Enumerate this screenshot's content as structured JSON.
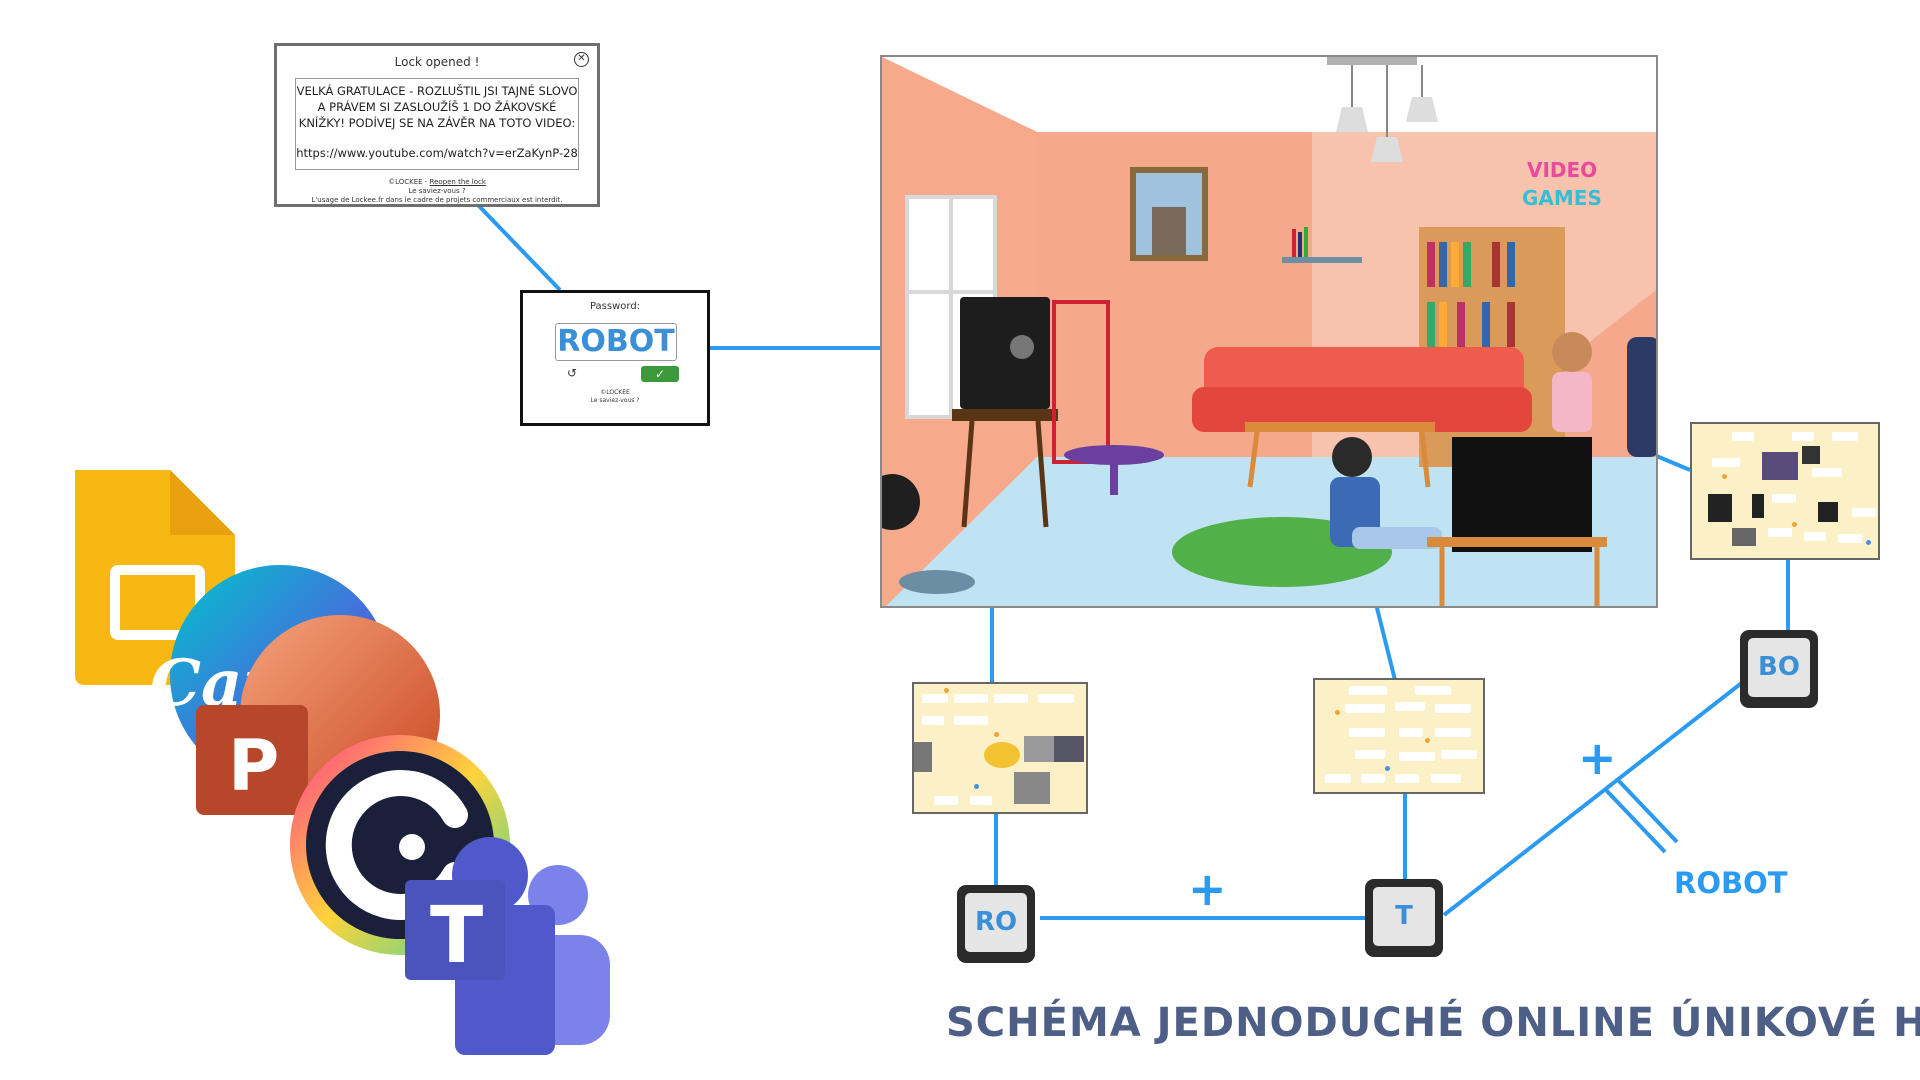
{
  "popup": {
    "title": "Lock opened !",
    "message": "VELKÁ GRATULACE - ROZLUŠTIL JSI TAJNÉ SLOVO A PRÁVEM SI ZASLOUŽÍŠ 1 DO ŽÁKOVSKÉ KNÍŽKY! PODÍVEJ SE NA ZÁVĚR NA TOTO VIDEO:",
    "link": "https://www.youtube.com/watch?v=erZaKynP-28",
    "brand": "©LOCKEE",
    "reset_link": "Reopen the lock",
    "did_you_know": "Le saviez-vous ?",
    "notice": "L'usage de Lockee.fr dans le cadre de projets commerciaux est interdit."
  },
  "password_box": {
    "label": "Password:",
    "value": "ROBOT",
    "reset_icon": "refresh-icon",
    "submit_icon": "check-icon",
    "brand": "©LOCKEE",
    "did_you_know": "Le saviez-vous ?"
  },
  "keys": {
    "ro": "RO",
    "t": "T",
    "bo": "BO"
  },
  "operators": {
    "plus1": "+",
    "plus2": "+"
  },
  "result_label": "ROBOT",
  "caption": "SCHÉMA JEDNODUCHÉ ONLINE ÚNIKOVÉ HRY",
  "room": {
    "poster": "VIDEO GAMES"
  },
  "app_icons": [
    "google-slides-icon",
    "canva-icon",
    "powerpoint-icon",
    "genially-icon",
    "teams-icon"
  ],
  "app_icon_letters": {
    "canva": "Canva",
    "powerpoint": "P",
    "teams": "T"
  },
  "colors": {
    "connector": "#2b9af3",
    "caption": "#4d5f86",
    "key_body": "#2b2b2b"
  }
}
